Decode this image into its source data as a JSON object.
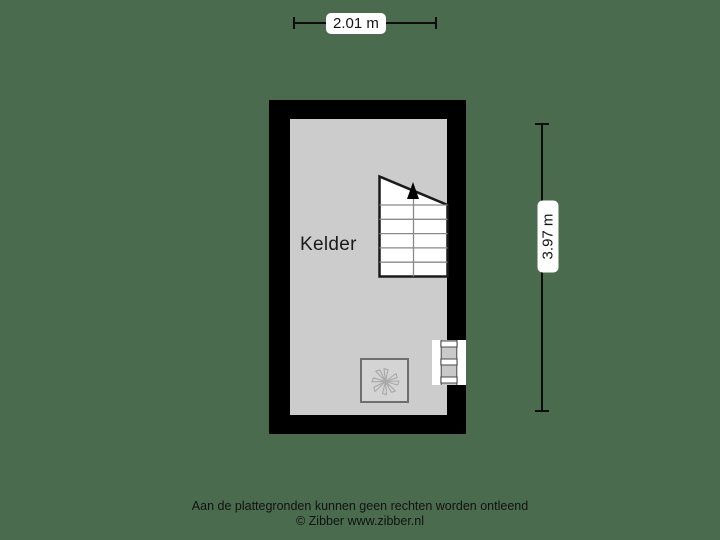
{
  "background_color": "#4a6b4d",
  "plan": {
    "room_label": "Kelder",
    "wall_color": "#000000",
    "floor_color": "#cccccc",
    "stairs": {
      "name": "staircase",
      "step_count": 6,
      "direction": "up",
      "arrow": "up-arrow"
    },
    "fixture": {
      "name": "utility-unit",
      "icon": "pinwheel-icon"
    },
    "door": {
      "name": "door-opening",
      "wall": "right"
    }
  },
  "dimensions": {
    "width_label": "2.01 m",
    "height_label": "3.97 m"
  },
  "footer": {
    "line1": "Aan de plattegronden kunnen geen rechten worden ontleend",
    "line2": "© Zibber www.zibber.nl"
  }
}
